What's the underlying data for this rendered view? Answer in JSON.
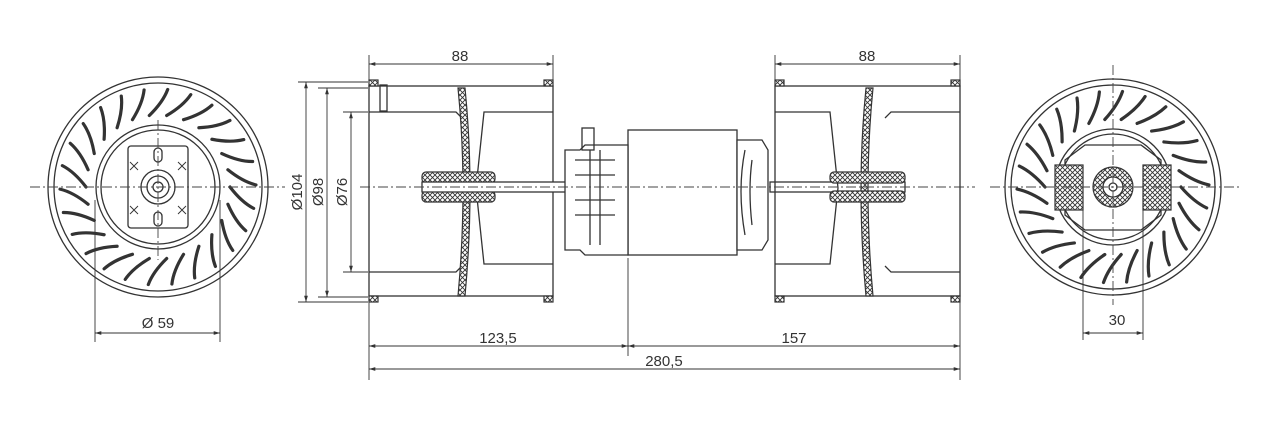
{
  "drawing": {
    "title": "Double blower motor dimensional drawing",
    "dimensions": {
      "left_wheel_width": "88",
      "right_wheel_width": "88",
      "outer_diameter": "Ø104",
      "housing_diameter": "Ø98",
      "inner_diameter": "Ø76",
      "hub_diameter": "Ø 59",
      "motor_hub_width": "30",
      "left_to_motor": "123,5",
      "motor_to_right": "157",
      "overall_length": "280,5"
    },
    "fan_blade_count": 26,
    "line_color": "#333333"
  }
}
